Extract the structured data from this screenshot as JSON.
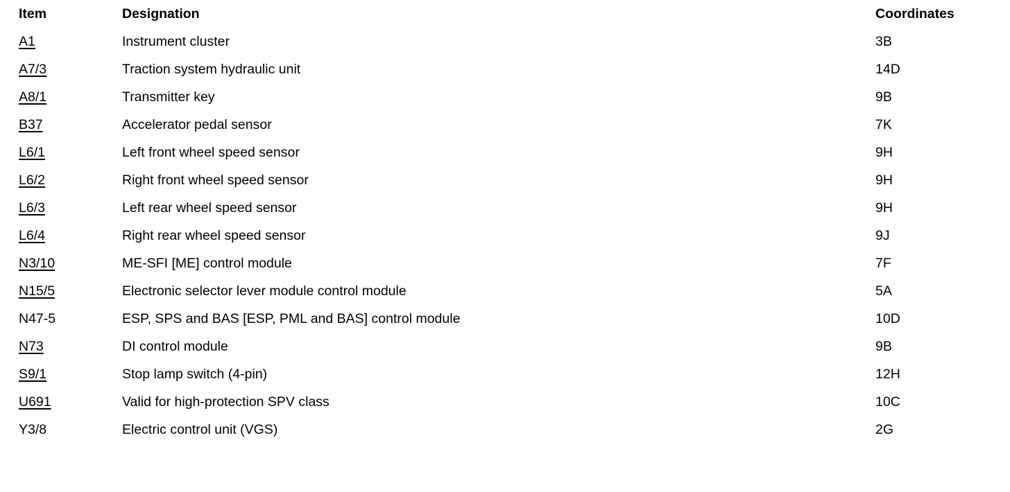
{
  "document": {
    "type": "parts-legend-table",
    "background_color": "#ffffff",
    "text_color": "#000000"
  },
  "table": {
    "headers": {
      "item": "Item",
      "designation": "Designation",
      "coordinates": "Coordinates"
    },
    "rows": [
      {
        "item": "A1",
        "linked": true,
        "designation": "Instrument cluster",
        "coordinates": "3B"
      },
      {
        "item": "A7/3",
        "linked": true,
        "designation": "Traction system hydraulic unit",
        "coordinates": "14D"
      },
      {
        "item": "A8/1",
        "linked": true,
        "designation": "Transmitter key",
        "coordinates": "9B"
      },
      {
        "item": "B37",
        "linked": true,
        "designation": "Accelerator pedal sensor",
        "coordinates": "7K"
      },
      {
        "item": "L6/1",
        "linked": true,
        "designation": "Left front wheel speed sensor",
        "coordinates": "9H"
      },
      {
        "item": "L6/2",
        "linked": true,
        "designation": "Right front wheel speed sensor",
        "coordinates": "9H"
      },
      {
        "item": "L6/3",
        "linked": true,
        "designation": "Left rear wheel speed sensor",
        "coordinates": "9H"
      },
      {
        "item": "L6/4",
        "linked": true,
        "designation": "Right rear wheel speed sensor",
        "coordinates": "9J"
      },
      {
        "item": "N3/10",
        "linked": true,
        "designation": "ME-SFI [ME] control module",
        "coordinates": "7F"
      },
      {
        "item": "N15/5",
        "linked": true,
        "designation": "Electronic selector lever module control module",
        "coordinates": "5A"
      },
      {
        "item": "N47-5",
        "linked": false,
        "designation": "ESP, SPS and BAS [ESP, PML and BAS] control module",
        "coordinates": "10D"
      },
      {
        "item": "N73",
        "linked": true,
        "designation": "DI control module",
        "coordinates": "9B"
      },
      {
        "item": "S9/1",
        "linked": true,
        "designation": "Stop lamp switch (4-pin)",
        "coordinates": "12H"
      },
      {
        "item": "U691",
        "linked": true,
        "designation": "Valid for high-protection SPV class",
        "coordinates": "10C"
      },
      {
        "item": "Y3/8",
        "linked": false,
        "designation": "Electric control unit (VGS)",
        "coordinates": "2G"
      }
    ]
  }
}
